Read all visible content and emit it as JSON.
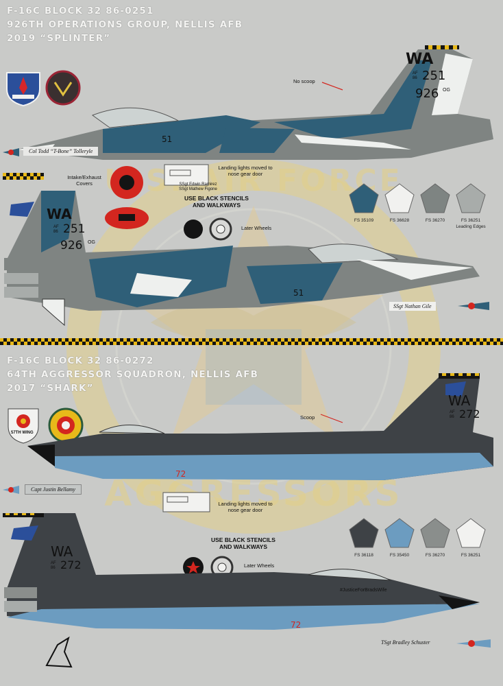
{
  "sheet1": {
    "title_line1": "F-16C BLOCK 32  86-0251",
    "title_line2": "926TH OPERATIONS GROUP, NELLIS AFB",
    "title_line3": "2019 “SPLINTER”",
    "no_scoop": "No scoop",
    "pilot_name": "Col Todd “T-Bone” Tolleryle",
    "intake_covers": "Intake/Exhaust Covers",
    "landing_lights": "Landing lights moved to nose gear door",
    "crew_chiefs": "SSgt Edwin Ramirez\nSSgt Mathew Figone",
    "stencils": "USE BLACK STENCILS AND WALKWAYS",
    "later_wheels": "Later Wheels",
    "crew_name": "SSgt Nathan Gile",
    "tail_code": "WA",
    "serial_prefix": "AF 86",
    "serial": "251",
    "tail_number": "926",
    "tail_number_suffix": "OG",
    "nose_number": "51",
    "swatches": [
      {
        "code": "FS 35109",
        "color": "#2f5f78"
      },
      {
        "code": "FS 36628",
        "color": "#f1f1ef"
      },
      {
        "code": "FS 36270",
        "color": "#7e8482"
      },
      {
        "code": "FS 36251",
        "color": "#a8acaa",
        "sub": "Leading Edges"
      }
    ]
  },
  "sheet2": {
    "title_line1": "F-16C BLOCK 32  86-0272",
    "title_line2": "64TH AGGRESSOR SQUADRON, NELLIS AFB",
    "title_line3": "2017 “SHARK”",
    "scoop": "Scoop",
    "wing_badge": "57TH WING",
    "pilot_name": "Capt Justin Bellamy",
    "landing_lights": "Landing lights moved to nose gear door",
    "stencils": "USE BLACK STENCILS AND WALKWAYS",
    "later_wheels": "Later Wheels",
    "hashtag": "#JusticeForBradsWife",
    "crew_name": "TSgt Bradley Schuster",
    "tail_code": "WA",
    "serial_prefix": "AF 86",
    "serial": "272",
    "nose_number": "72",
    "swatches": [
      {
        "code": "FS 36118",
        "color": "#3e4246"
      },
      {
        "code": "FS 35450",
        "color": "#6c9cc0"
      },
      {
        "code": "FS 36270",
        "color": "#8a8e8c"
      },
      {
        "code": "FS 36251",
        "color": "#f2f2f0"
      }
    ]
  },
  "watermark": {
    "upper": "U.S. AIR FORCE",
    "lower": "AGGRESSORS"
  },
  "colors": {
    "background": "#c9cac8",
    "checker_black": "#141414",
    "checker_yellow": "#e8b91a",
    "red_star": "#d3261f",
    "splinter_blue": "#2f5f78",
    "shark_gray": "#3e4246",
    "shark_blue": "#6c9cc0"
  }
}
